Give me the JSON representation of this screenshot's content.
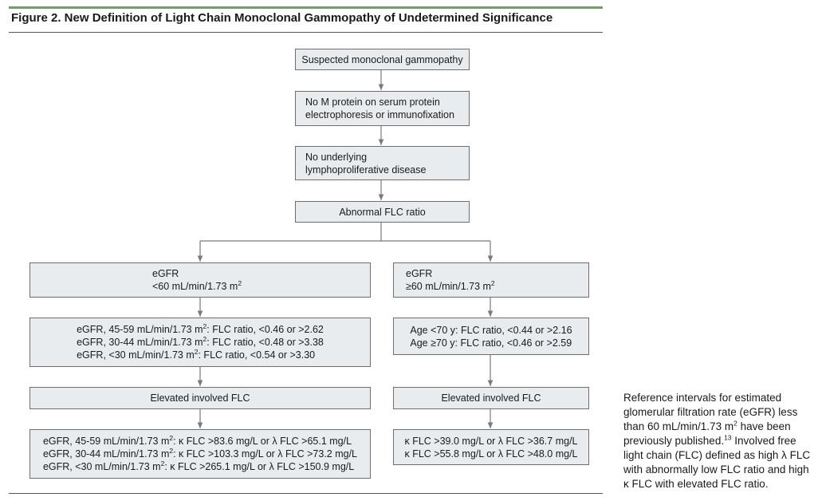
{
  "figure": {
    "title": "Figure 2. New Definition of Light Chain Monoclonal Gammopathy of Undetermined Significance"
  },
  "flowchart": {
    "suspected": "Suspected monoclonal gammopathy",
    "no_m_protein": [
      "No M protein on serum protein",
      "electrophoresis or immunofixation"
    ],
    "no_underlying": [
      "No underlying",
      "lymphoproliferative disease"
    ],
    "abnormal_flc": "Abnormal FLC ratio",
    "left_branch": {
      "egfr_label": "eGFR",
      "egfr_value": "<60 mL/min/1.73 m",
      "egfr_sup": "2",
      "ratio_lines": [
        {
          "pre": "eGFR, 45-59 mL/min/1.73 m",
          "sup": "2",
          "post": ": FLC ratio, <0.46 or >2.62"
        },
        {
          "pre": "eGFR, 30-44 mL/min/1.73 m",
          "sup": "2",
          "post": ": FLC ratio, <0.48 or >3.38"
        },
        {
          "pre": "eGFR, <30 mL/min/1.73 m",
          "sup": "2",
          "post": ": FLC ratio, <0.54 or >3.30"
        }
      ],
      "elevated": "Elevated involved FLC",
      "flc_lines": [
        {
          "pre": "eGFR, 45-59 mL/min/1.73 m",
          "sup": "2",
          "post": ": κ FLC >83.6 mg/L or λ FLC >65.1 mg/L"
        },
        {
          "pre": "eGFR, 30-44 mL/min/1.73 m",
          "sup": "2",
          "post": ": κ FLC >103.3 mg/L or λ FLC >73.2 mg/L"
        },
        {
          "pre": "eGFR, <30 mL/min/1.73 m",
          "sup": "2",
          "post": ": κ FLC >265.1 mg/L or λ FLC >150.9 mg/L"
        }
      ]
    },
    "right_branch": {
      "egfr_label": "eGFR",
      "egfr_value": "≥60 mL/min/1.73 m",
      "egfr_sup": "2",
      "age_lines": [
        "Age <70 y: FLC ratio, <0.44 or >2.16",
        "Age ≥70 y: FLC ratio, <0.46 or >2.59"
      ],
      "elevated": "Elevated involved FLC",
      "flc_lines": [
        "κ FLC >39.0 mg/L or λ FLC >36.7 mg/L",
        "κ FLC >55.8 mg/L or λ FLC >48.0 mg/L"
      ]
    }
  },
  "caption": {
    "text_before_sup": "Reference intervals for estimated glomerular filtration rate (eGFR) less than 60 mL/min/1.73 m",
    "sup_unit": "2",
    "text_mid": " have been previously published.",
    "sup_ref": "13",
    "text_after": " Involved free light chain (FLC) defined as high λ FLC with abnormally low FLC ratio and high κ FLC with elevated FLC ratio."
  },
  "colors": {
    "accent_bar": "#6e9f6a",
    "box_fill": "#e9ecef",
    "box_border": "#6f6f6f",
    "connector": "#7a7a7a"
  }
}
